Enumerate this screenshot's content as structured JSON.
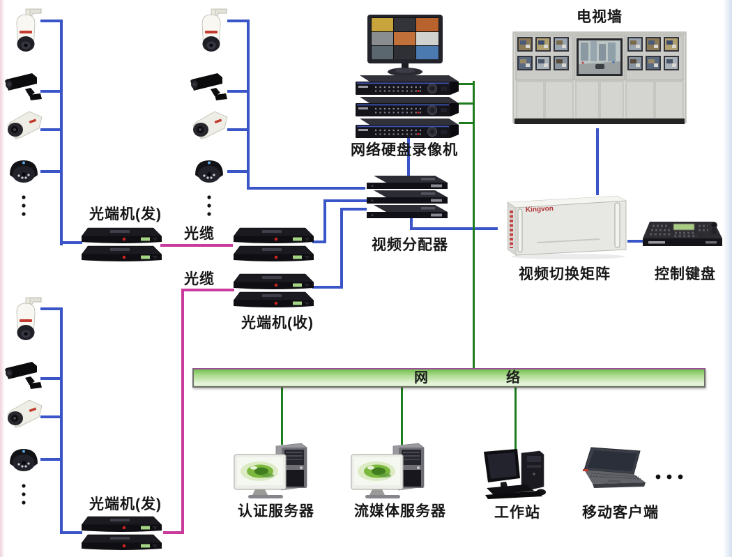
{
  "colors": {
    "line_blue": "#3a55c8",
    "line_magenta": "#c93a9c",
    "line_green": "#1e7b1e",
    "bar_border": "#6f6f6a",
    "bar_top_edge": "#9b4f96",
    "bar_green_dark": "#72c14e",
    "bar_green_light": "#e9f6de",
    "label_color": "#161616",
    "brand_red": "#b23434"
  },
  "labels": {
    "tv_wall": "电视墙",
    "nvr": "网络硬盘录像机",
    "video_distributor": "视频分配器",
    "video_matrix": "视频切换矩阵",
    "matrix_brand": "Kingvon",
    "control_keyboard": "控制键盘",
    "optical_terminal_tx_top": "光端机(发)",
    "optical_terminal_tx_bottom": "光端机(发)",
    "optical_terminal_rx": "光端机(收)",
    "fiber_cable_top": "光缆",
    "fiber_cable_bottom": "光缆",
    "network_word_1": "网",
    "network_word_2": "络",
    "auth_server": "认证服务器",
    "streaming_server": "流媒体服务器",
    "workstation": "工作站",
    "mobile_client": "移动客户端"
  },
  "icons": {
    "ptz_dome_camera": "speed-dome-ptz-camera",
    "bullet_camera": "bullet-camera",
    "box_camera": "box-camera",
    "dome_camera": "dome-camera",
    "optical_transceiver": "dual-optical-transceiver",
    "monitor": "surveillance-monitor",
    "nvr_stack": "nvr-recorder-stack",
    "video_distributor": "video-distributor-stack",
    "tv_wall": "tv-wall-cabinet",
    "video_matrix": "video-matrix-chassis",
    "control_keyboard": "ptz-control-keyboard",
    "server_pc": "server-computer",
    "workstation_pc": "desktop-workstation",
    "laptop": "laptop-computer",
    "ellipsis_vertical": "⋮",
    "ellipsis_horizontal": "•••"
  }
}
